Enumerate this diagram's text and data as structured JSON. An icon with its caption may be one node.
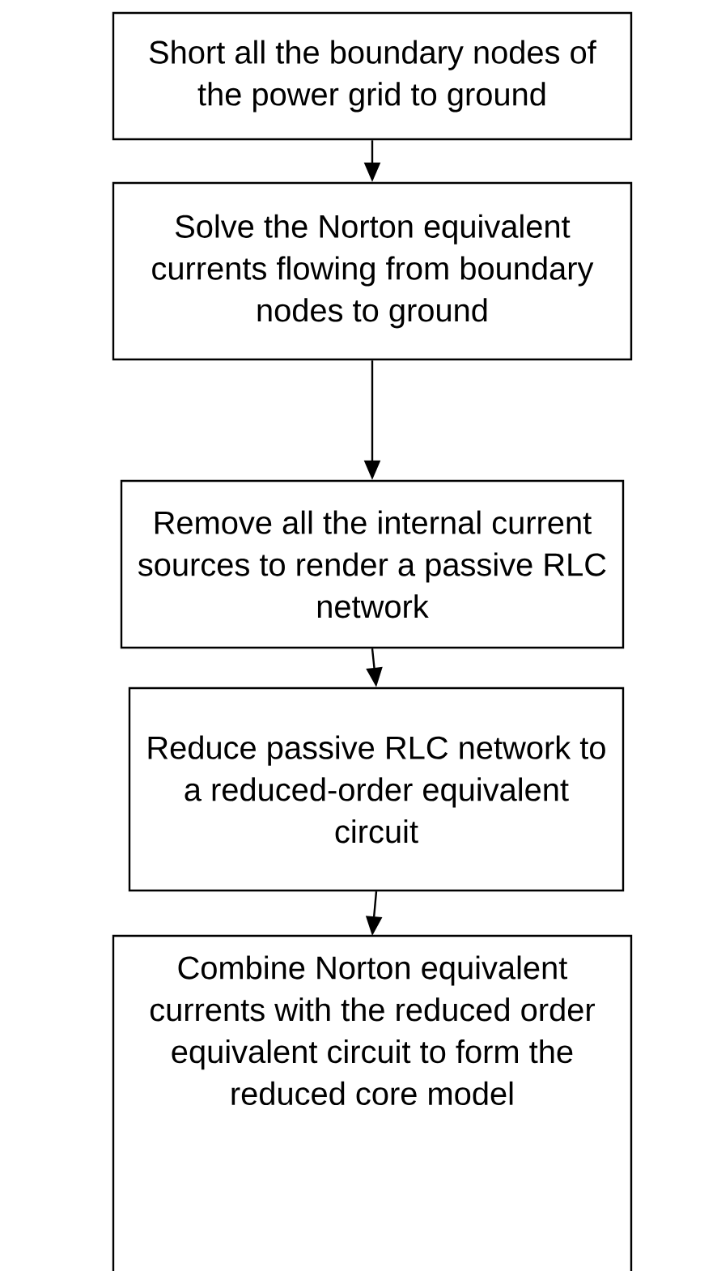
{
  "diagram": {
    "nodes": [
      {
        "text": [
          "Short all the boundary nodes of the power grid to ground"
        ]
      },
      {
        "text": [
          "Solve the Norton equivalent currents flowing from boundary nodes to ground"
        ]
      },
      {
        "text": [
          "Remove all the internal current sources to render a passive RLC network"
        ]
      },
      {
        "text": [
          "Reduce passive RLC network to a reduced-order equivalent circuit"
        ]
      },
      {
        "text": [
          "Combine Norton equivalent currents with the reduced order equivalent circuit to form the reduced core model"
        ]
      }
    ],
    "edges": [
      {
        "from": 0,
        "to": 1,
        "arrow": "to"
      },
      {
        "from": 1,
        "to": 2,
        "arrow": "to"
      },
      {
        "from": 2,
        "to": 3,
        "arrow": "to"
      },
      {
        "from": 3,
        "to": 4,
        "arrow": "to"
      }
    ]
  }
}
